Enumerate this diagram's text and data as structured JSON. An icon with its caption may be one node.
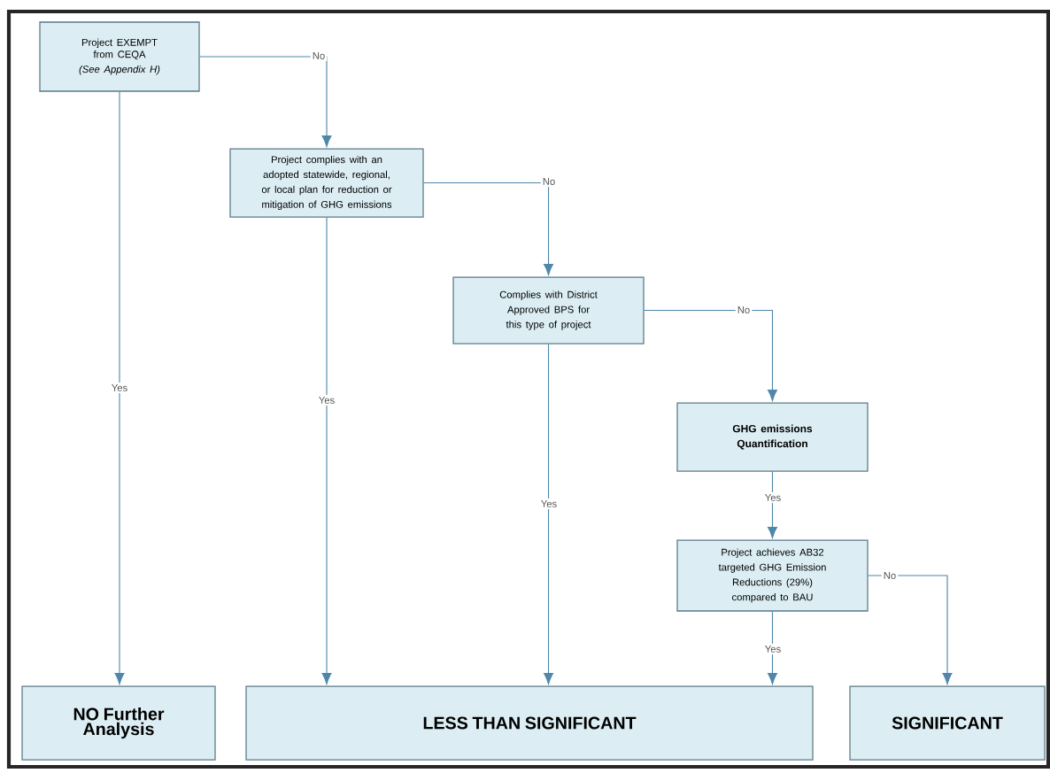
{
  "diagram": {
    "nodes": [
      {
        "text": [
          "Project EXEMPT from CEQA",
          "(See Appendix H)"
        ]
      },
      {
        "text": [
          "Project complies with an adopted statewide, regional, or local plan for reduction or mitigation of GHG emissions"
        ]
      },
      {
        "text": [
          "Complies with District Approved BPS for this type of project"
        ]
      },
      {
        "text": [
          "GHG emissions Quantification"
        ]
      },
      {
        "text": [
          "Project achieves AB32 targeted GHG Emission Reductions (29%) compared to BAU"
        ]
      },
      {
        "text": [
          "NO Further Analysis"
        ]
      },
      {
        "text": [
          "LESS THAN SIGNIFICANT"
        ]
      },
      {
        "text": [
          "SIGNIFICANT"
        ]
      }
    ],
    "edges": [
      {
        "from": 0,
        "to": 1,
        "arrow": "to",
        "label": "No"
      },
      {
        "from": 0,
        "to": 5,
        "arrow": "to",
        "label": "Yes"
      },
      {
        "from": 1,
        "to": 2,
        "arrow": "to",
        "label": "No"
      },
      {
        "from": 1,
        "to": 6,
        "arrow": "to",
        "label": "Yes"
      },
      {
        "from": 2,
        "to": 3,
        "arrow": "to",
        "label": "No"
      },
      {
        "from": 2,
        "to": 6,
        "arrow": "to",
        "label": "Yes"
      },
      {
        "from": 3,
        "to": 4,
        "arrow": "to",
        "label": "Yes"
      },
      {
        "from": 4,
        "to": 6,
        "arrow": "to",
        "label": "Yes"
      },
      {
        "from": 4,
        "to": 7,
        "arrow": "to",
        "label": "No"
      }
    ]
  }
}
